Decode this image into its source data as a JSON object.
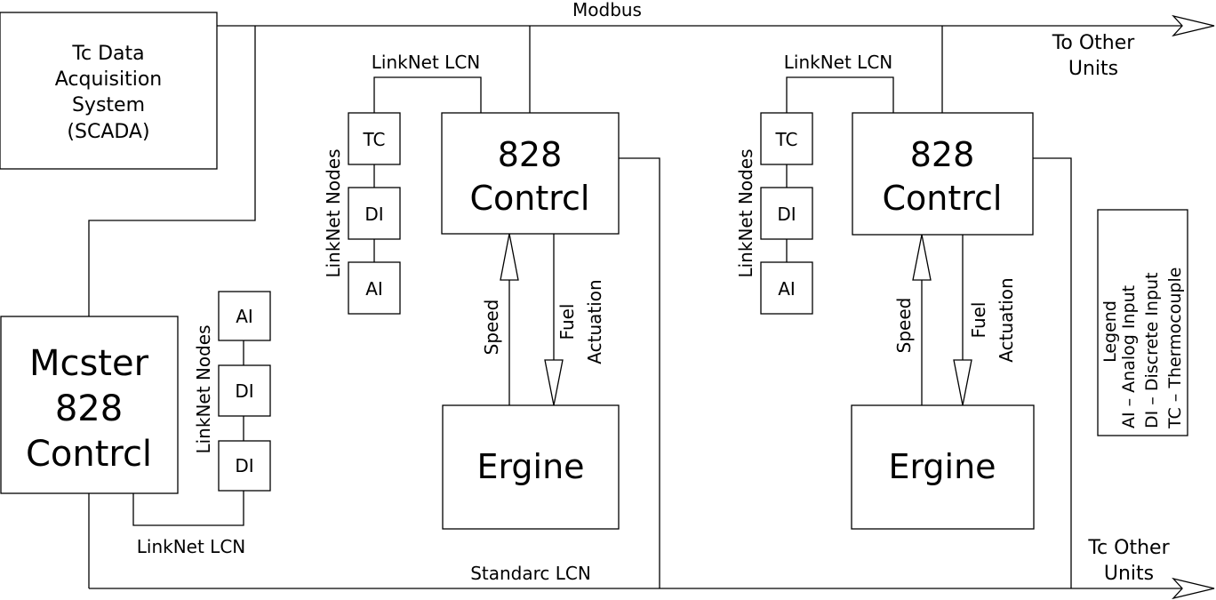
{
  "bus": {
    "modbus": "Modbus",
    "standard_lcn": "Standarc LCN",
    "to_other_units_top": [
      "To Other",
      "Units"
    ],
    "to_other_units_bottom": [
      "Tc Other",
      "Units"
    ]
  },
  "scada": {
    "lines": [
      "Tc Data",
      "Acquisition",
      "System",
      "(SCADA)"
    ]
  },
  "master": {
    "lines": [
      "Mcster",
      "828",
      "Contrcl"
    ],
    "nodes_label": "LinkNet Nodes",
    "nodes": [
      "AI",
      "DI",
      "DI"
    ],
    "lcn_label": "LinkNet LCN"
  },
  "unit1": {
    "control_lines": [
      "828",
      "Contrcl"
    ],
    "engine": "Ergine",
    "lcn_label": "LinkNet LCN",
    "nodes_label": "LinkNet Nodes",
    "nodes": [
      "TC",
      "DI",
      "AI"
    ],
    "speed": "Speed",
    "fuel": [
      "Fuel",
      "Actuation"
    ]
  },
  "unit2": {
    "control_lines": [
      "828",
      "Contrcl"
    ],
    "engine": "Ergine",
    "lcn_label": "LinkNet LCN",
    "nodes_label": "LinkNet Nodes",
    "nodes": [
      "TC",
      "DI",
      "AI"
    ],
    "speed": "Speed",
    "fuel": [
      "Fuel",
      "Actuation"
    ]
  },
  "legend": {
    "lines": [
      "Legend",
      "AI – Analog Input",
      "DI – Discrete Input",
      "TC – Thermocouple"
    ]
  }
}
